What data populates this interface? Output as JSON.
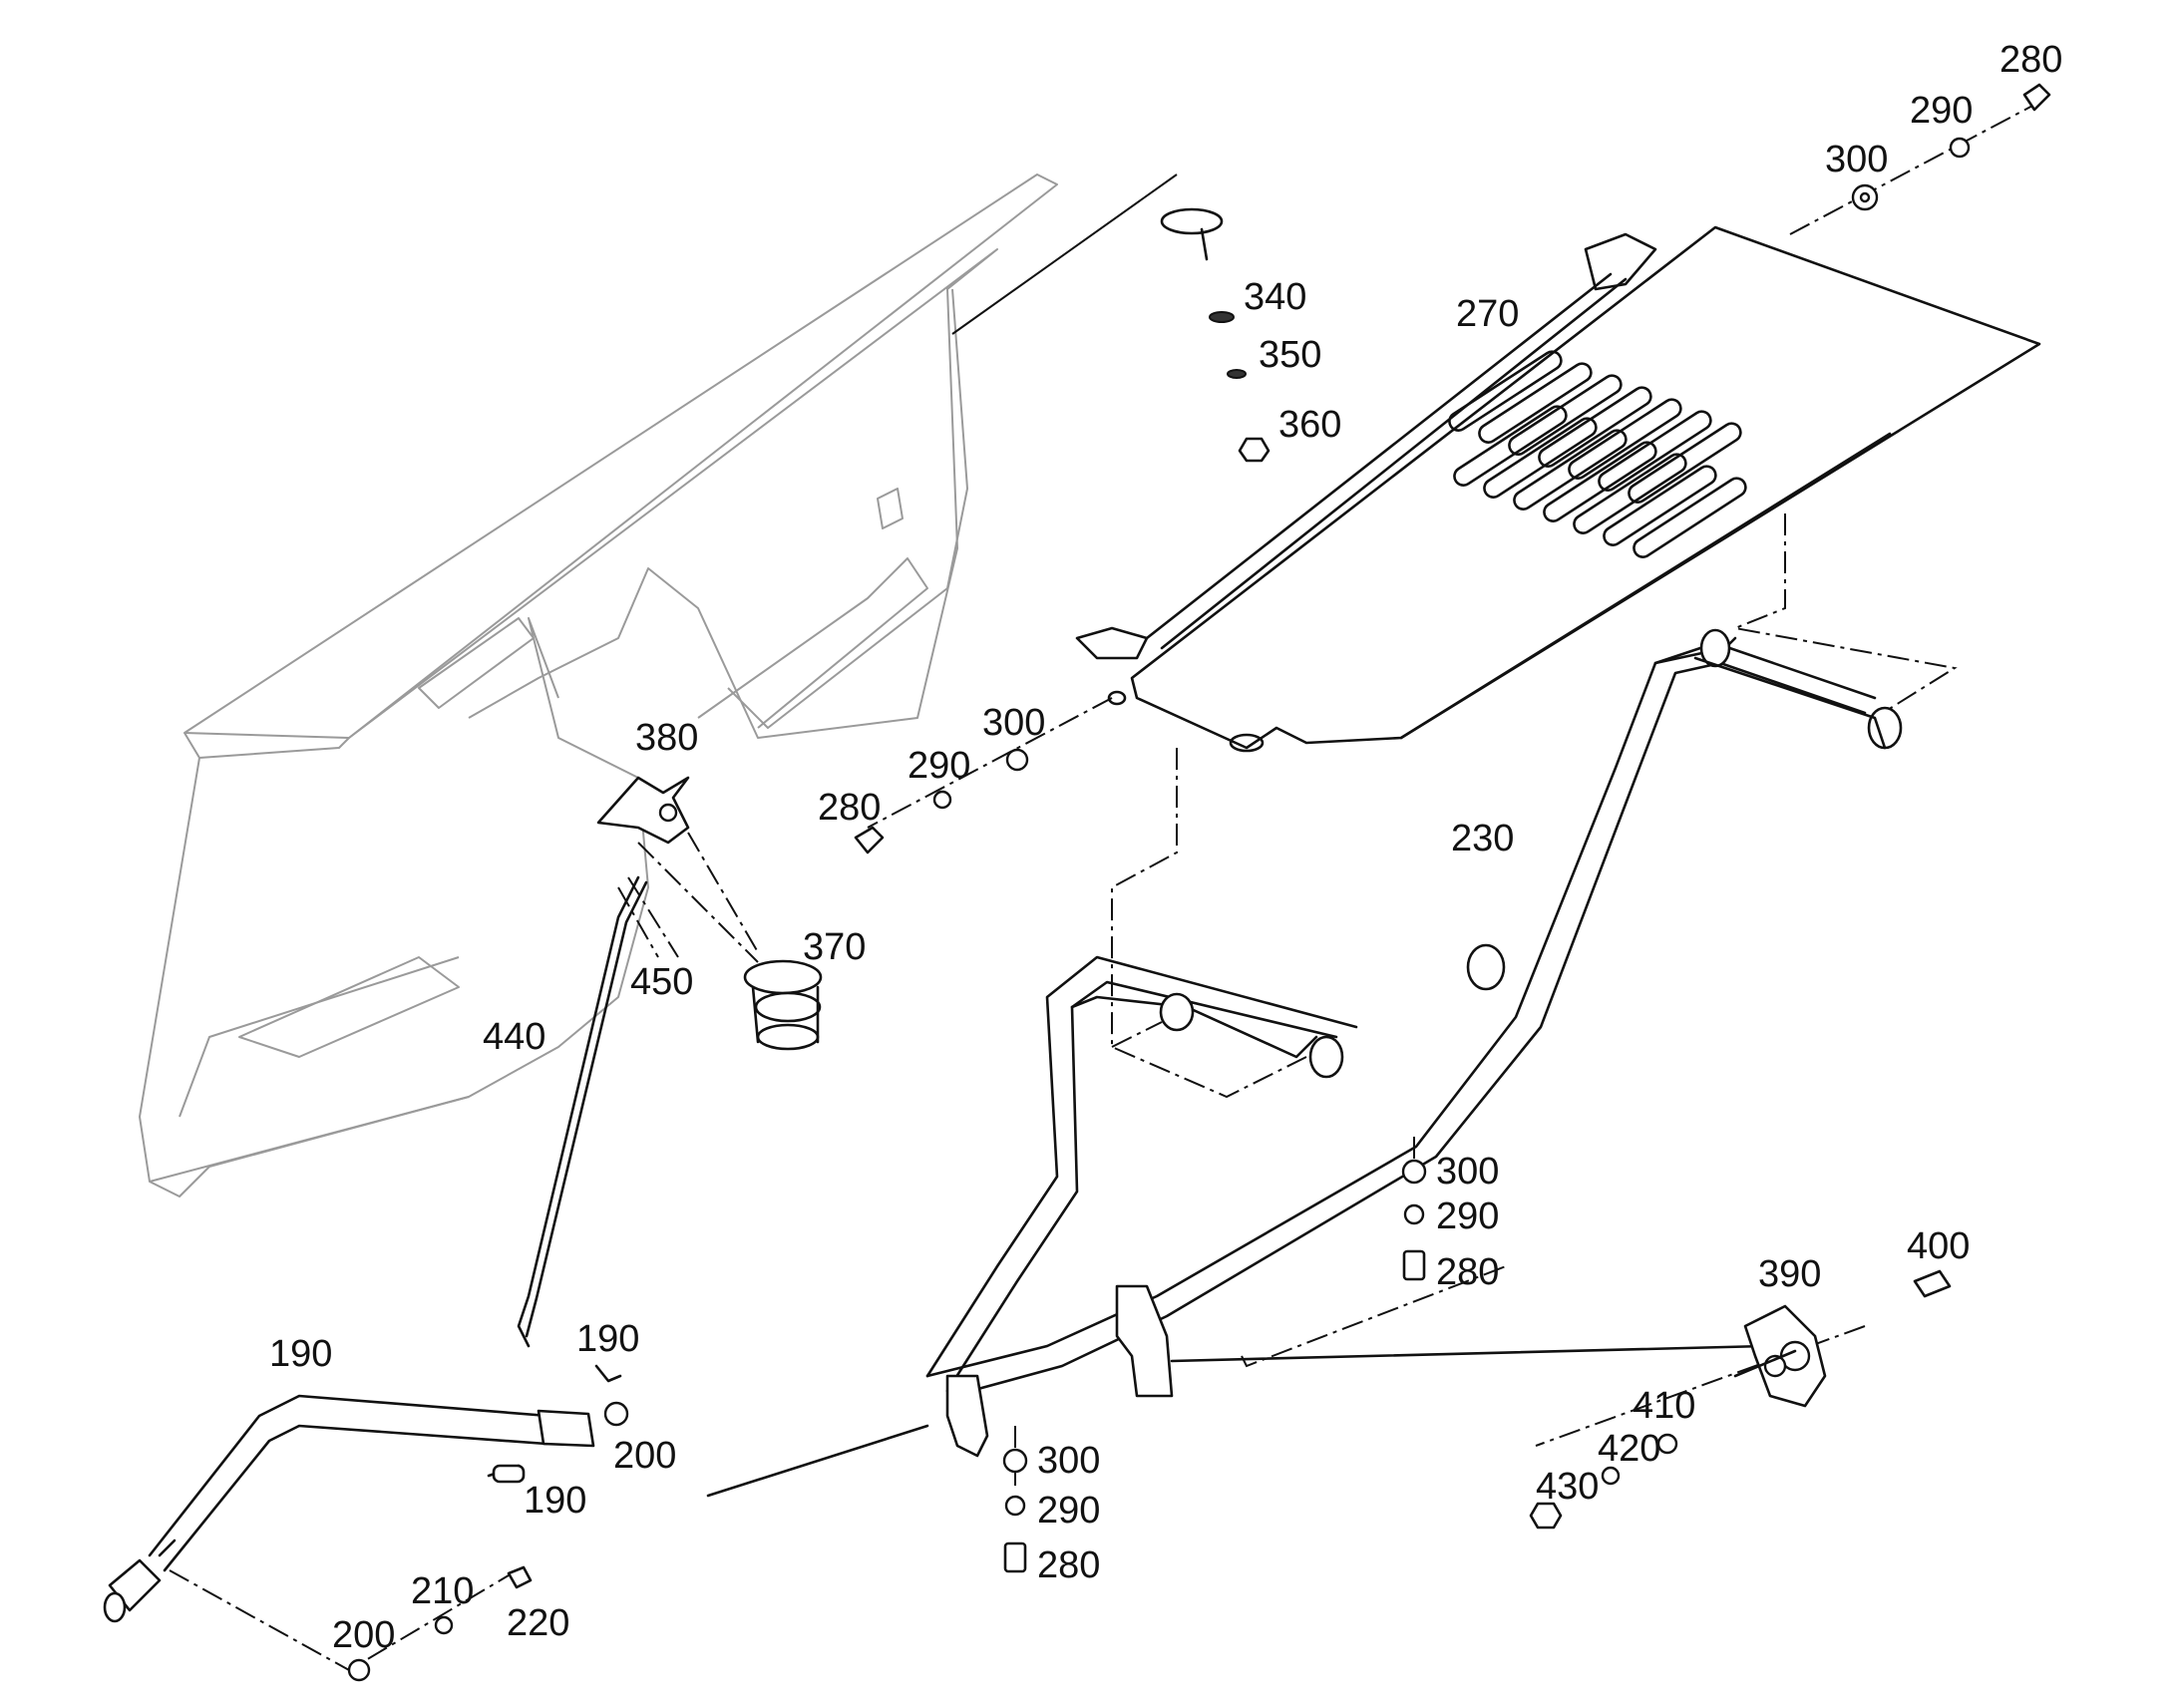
{
  "callouts": {
    "c280a": "280",
    "c290a": "290",
    "c300a": "300",
    "c270": "270",
    "c340": "340",
    "c350": "350",
    "c360": "360",
    "c380": "380",
    "c300b": "300",
    "c290b": "290",
    "c280b": "280",
    "c370": "370",
    "c450": "450",
    "c440": "440",
    "c230": "230",
    "c300c": "300",
    "c290c": "290",
    "c280c": "280",
    "c390": "390",
    "c400": "400",
    "c410": "410",
    "c420": "420",
    "c430": "430",
    "c300d": "300",
    "c290d": "290",
    "c280d": "280",
    "c190a": "190",
    "c190b": "190",
    "c190c": "190",
    "c200a": "200",
    "c200b": "200",
    "c210": "210",
    "c220": "220"
  }
}
